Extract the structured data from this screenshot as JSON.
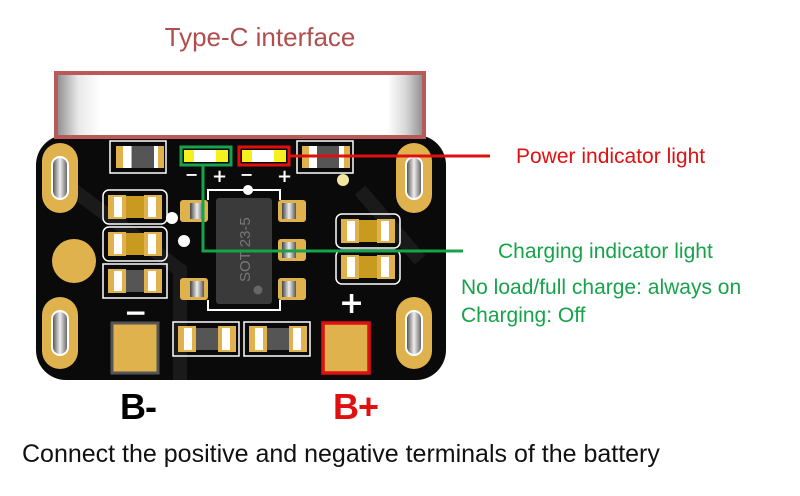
{
  "title": "Type-C interface",
  "callouts": {
    "power": {
      "label": "Power indicator light",
      "color": "#e01010"
    },
    "charging": {
      "label": "Charging indicator light",
      "color": "#16a34a",
      "notes": [
        "No load/full charge: always on",
        "Charging: Off"
      ]
    }
  },
  "terminals": {
    "negative": {
      "label": "B-",
      "silk": "−",
      "color": "#000000"
    },
    "positive": {
      "label": "B+",
      "silk": "+",
      "color": "#e01010"
    }
  },
  "led_polarity": {
    "minus": "−",
    "plus": "+"
  },
  "chip": {
    "marking": "SOT 23-5"
  },
  "caption": "Connect the positive and negative terminals of the battery",
  "colors": {
    "pcb": "#0a0a0a",
    "gold": "#e0b24e",
    "connector_border": "#b85a5a"
  }
}
